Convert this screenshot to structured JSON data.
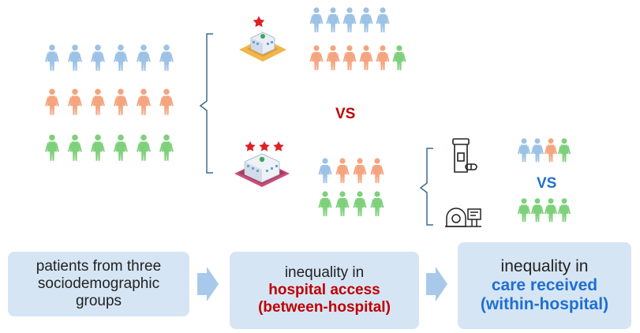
{
  "colors": {
    "group_blue": "#9cc2e5",
    "group_orange": "#f4a57f",
    "group_green": "#7ed07a",
    "bracket": "#3b6b8c",
    "box_fill": "#d6e5f4",
    "arrow": "#a9c9ea",
    "red_text": "#c00000",
    "blue_text": "#1f6fd1",
    "star": "#dd1f26"
  },
  "icons": {
    "one_star_hospital": "hospital-building-icon",
    "three_star_hospital": "hospital-building-icon",
    "medication": "pill-bottle-icon",
    "imaging": "medical-scanner-icon",
    "person": "person-icon"
  },
  "comparisons": {
    "between_hospital_vs": "VS",
    "within_hospital_vs": "VS"
  },
  "boxes": {
    "patients": {
      "lines": [
        "patients from three",
        "sociodemographic",
        "groups"
      ]
    },
    "hospital_access": {
      "line1": "inequality in",
      "line2": "hospital access",
      "line3": "(between-hospital)"
    },
    "care_received": {
      "line1": "inequality in",
      "line2": "care received",
      "line3": "(within-hospital)"
    }
  },
  "groups": {
    "initial_grid": {
      "rows": 3,
      "per_row": 6
    },
    "low_rated_hospital_rating_stars": 1,
    "high_rated_hospital_rating_stars": 3
  }
}
